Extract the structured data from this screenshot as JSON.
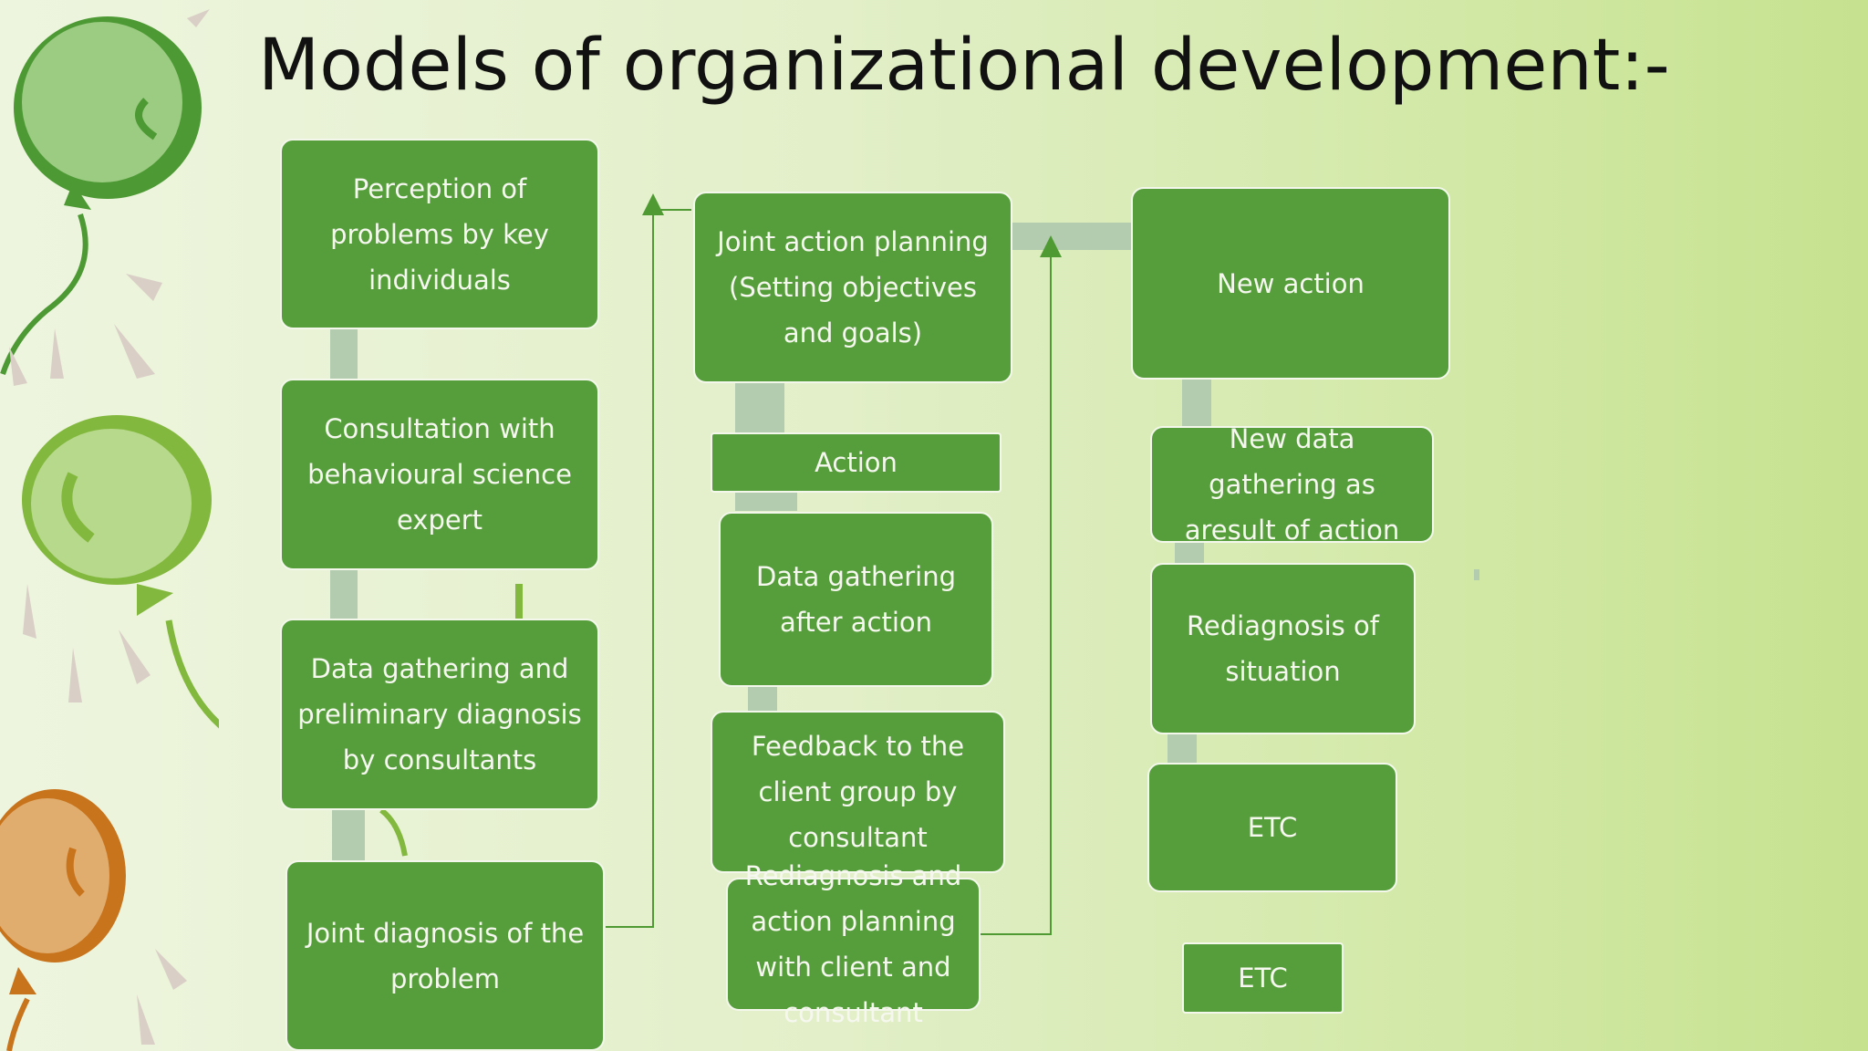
{
  "title": "Models of organizational development:-",
  "colors": {
    "box_fill": "#569e3b",
    "connector": "#b3ccb0",
    "arrow": "#4f9a33"
  },
  "boxes": {
    "perception": "Perception of problems by key individuals",
    "consultation": "Consultation with behavioural science expert",
    "data_gathering": "Data gathering and preliminary diagnosis by consultants",
    "joint_diagnosis": "Joint diagnosis of the problem",
    "joint_action": "Joint action planning (Setting objectives and goals)",
    "action": "Action",
    "data_after": "Data gathering after action",
    "feedback": "Feedback to the client group by consultant",
    "rediagnosis_planning": "Rediagnosis and action planning with client and consultant",
    "new_action": "New action",
    "new_data": "New data gathering as aresult  of action",
    "rediagnosis_situation": "Rediagnosis of situation",
    "etc1": "ETC",
    "etc2": "ETC"
  }
}
